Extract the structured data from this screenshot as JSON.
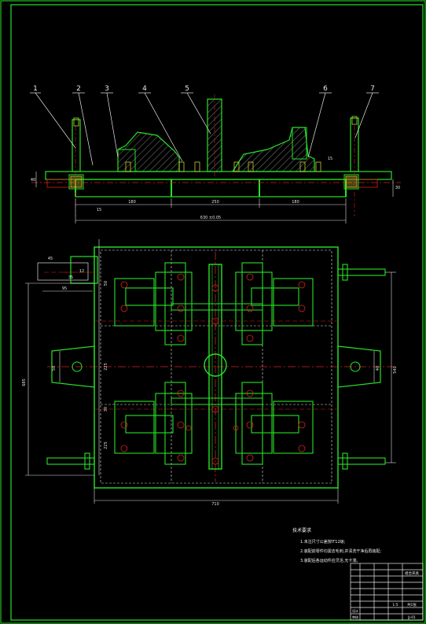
{
  "balloons": [
    "1",
    "2",
    "3",
    "4",
    "5",
    "6",
    "7"
  ],
  "front_view_dims": {
    "left_height": "40",
    "right_height": "30",
    "small_left": "15",
    "small_right": "15",
    "seg1": "180",
    "seg2": "250",
    "seg3": "180",
    "overall": "630 ±0.05"
  },
  "top_view_dims": {
    "pad_width": "45",
    "pad_depth": "35",
    "pad_small": "12",
    "pad_len": "95",
    "left_overall": "685",
    "right_overall": "540",
    "left_mid": "50",
    "left_r1": "225",
    "left_r2": "225",
    "left_r3": "30",
    "bottom_overall": "710",
    "lug_left": "50",
    "lug_right": "40"
  },
  "tech_notes": {
    "title": "技术要求",
    "lines": [
      "1.未注尺寸公差按IT12级;",
      "2.装配前零件均需去毛刺,并清洗干净后再装配;",
      "3.装配后各运动件应灵活,无卡滞。"
    ]
  },
  "title_block": {
    "drawing_name": "组合夹具",
    "material": "",
    "scale": "1:5",
    "sheet": "共1张",
    "code": "JJ-01",
    "designer": "设计",
    "checker": "审核"
  }
}
